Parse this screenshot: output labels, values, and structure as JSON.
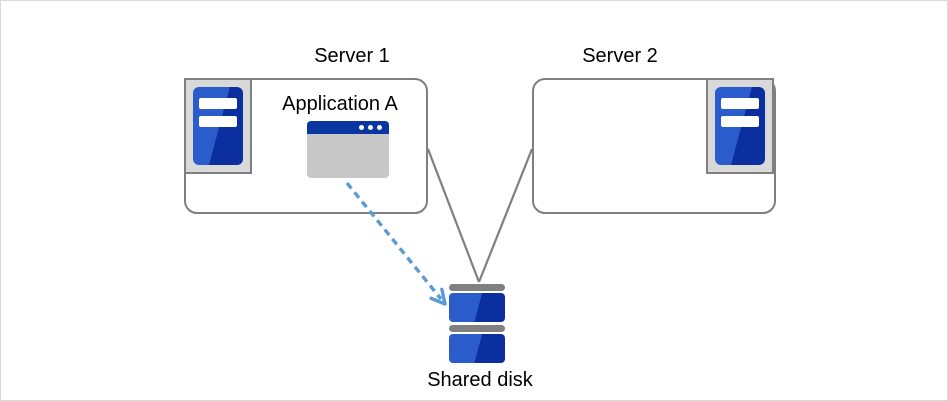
{
  "diagram": {
    "type": "architecture-diagram",
    "nodes": {
      "server1": {
        "label": "Server 1",
        "icon": "server-tower-icon"
      },
      "server2": {
        "label": "Server 2",
        "icon": "server-tower-icon"
      },
      "application_a": {
        "label": "Application A",
        "icon": "app-window-icon"
      },
      "shared_disk": {
        "label": "Shared disk",
        "icon": "disk-stack-icon"
      }
    },
    "edges": [
      {
        "from": "server1",
        "to": "shared_disk",
        "style": "solid",
        "arrow": false,
        "color": "#7f7f7f"
      },
      {
        "from": "server2",
        "to": "shared_disk",
        "style": "solid",
        "arrow": false,
        "color": "#7f7f7f"
      },
      {
        "from": "application_a",
        "to": "shared_disk",
        "style": "dashed",
        "arrow": true,
        "color": "#5b9bd5"
      }
    ],
    "colors": {
      "box_border": "#7f7f7f",
      "icon_frame_fill": "#d9d9d9",
      "icon_frame_border": "#808080",
      "server_blue_light": "#2b5ccc",
      "server_blue_dark": "#0b2f9e",
      "window_titlebar": "#0a36a3",
      "window_body": "#c8c8c8",
      "disk_bar_gray": "#808080",
      "connector_gray": "#7f7f7f",
      "arrow_blue": "#5b9bd5",
      "background": "#ffffff"
    }
  }
}
